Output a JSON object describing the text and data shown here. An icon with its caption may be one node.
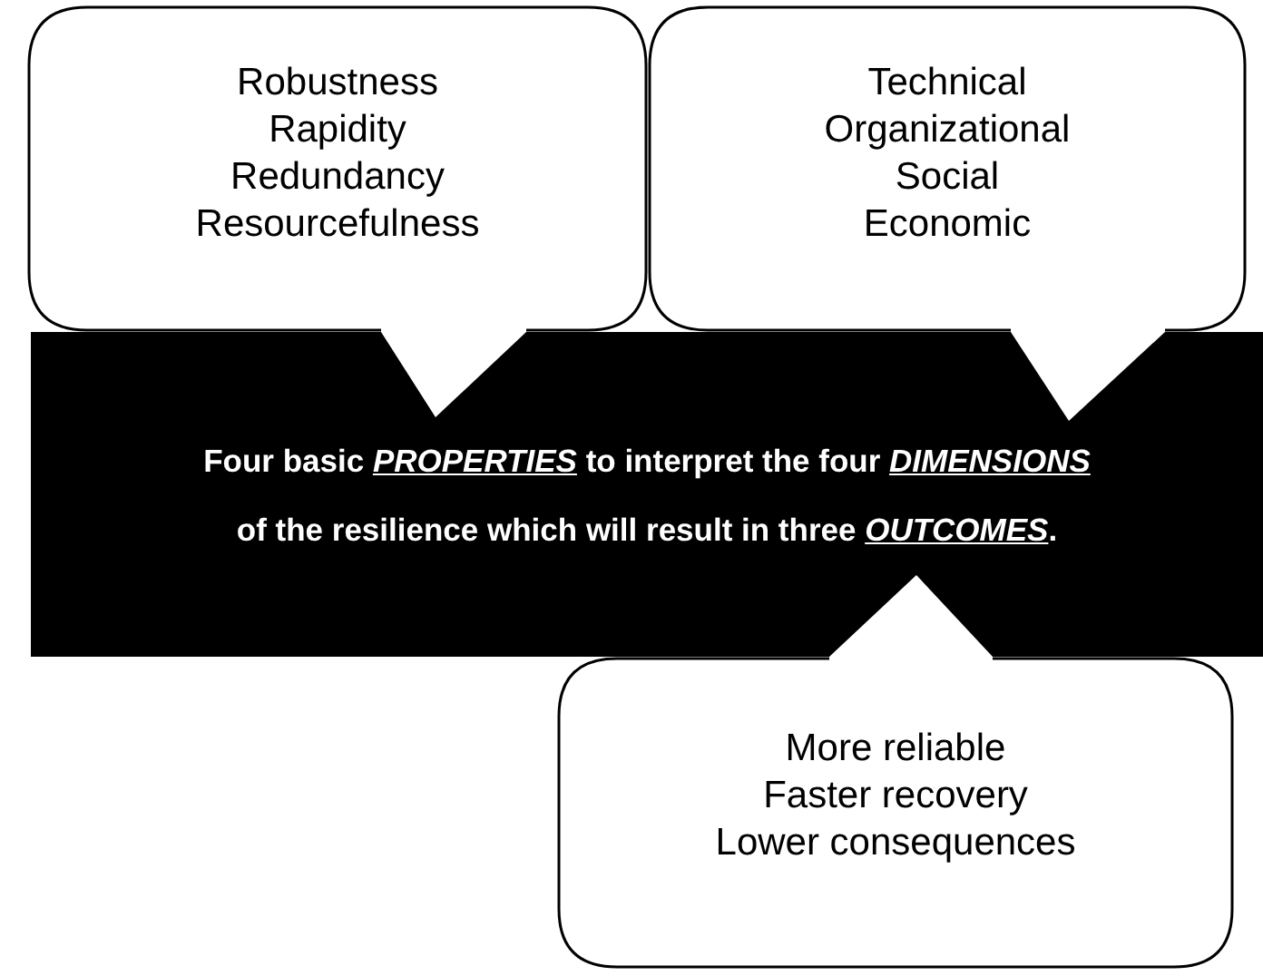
{
  "diagram": {
    "nodes": [
      {
        "text": [
          "Robustness",
          "Rapidity",
          "Redundancy",
          "Resourcefulness"
        ]
      },
      {
        "text": [
          "Technical",
          "Organizational",
          "Social",
          "Economic"
        ]
      },
      {
        "text": [
          "Four basic *PROPERTIES* to interpret the four *DIMENSIONS* of the resilience which will result in three *OUTCOMES*."
        ]
      },
      {
        "text": [
          "More reliable",
          "Faster recovery",
          "Lower consequences"
        ]
      }
    ]
  }
}
